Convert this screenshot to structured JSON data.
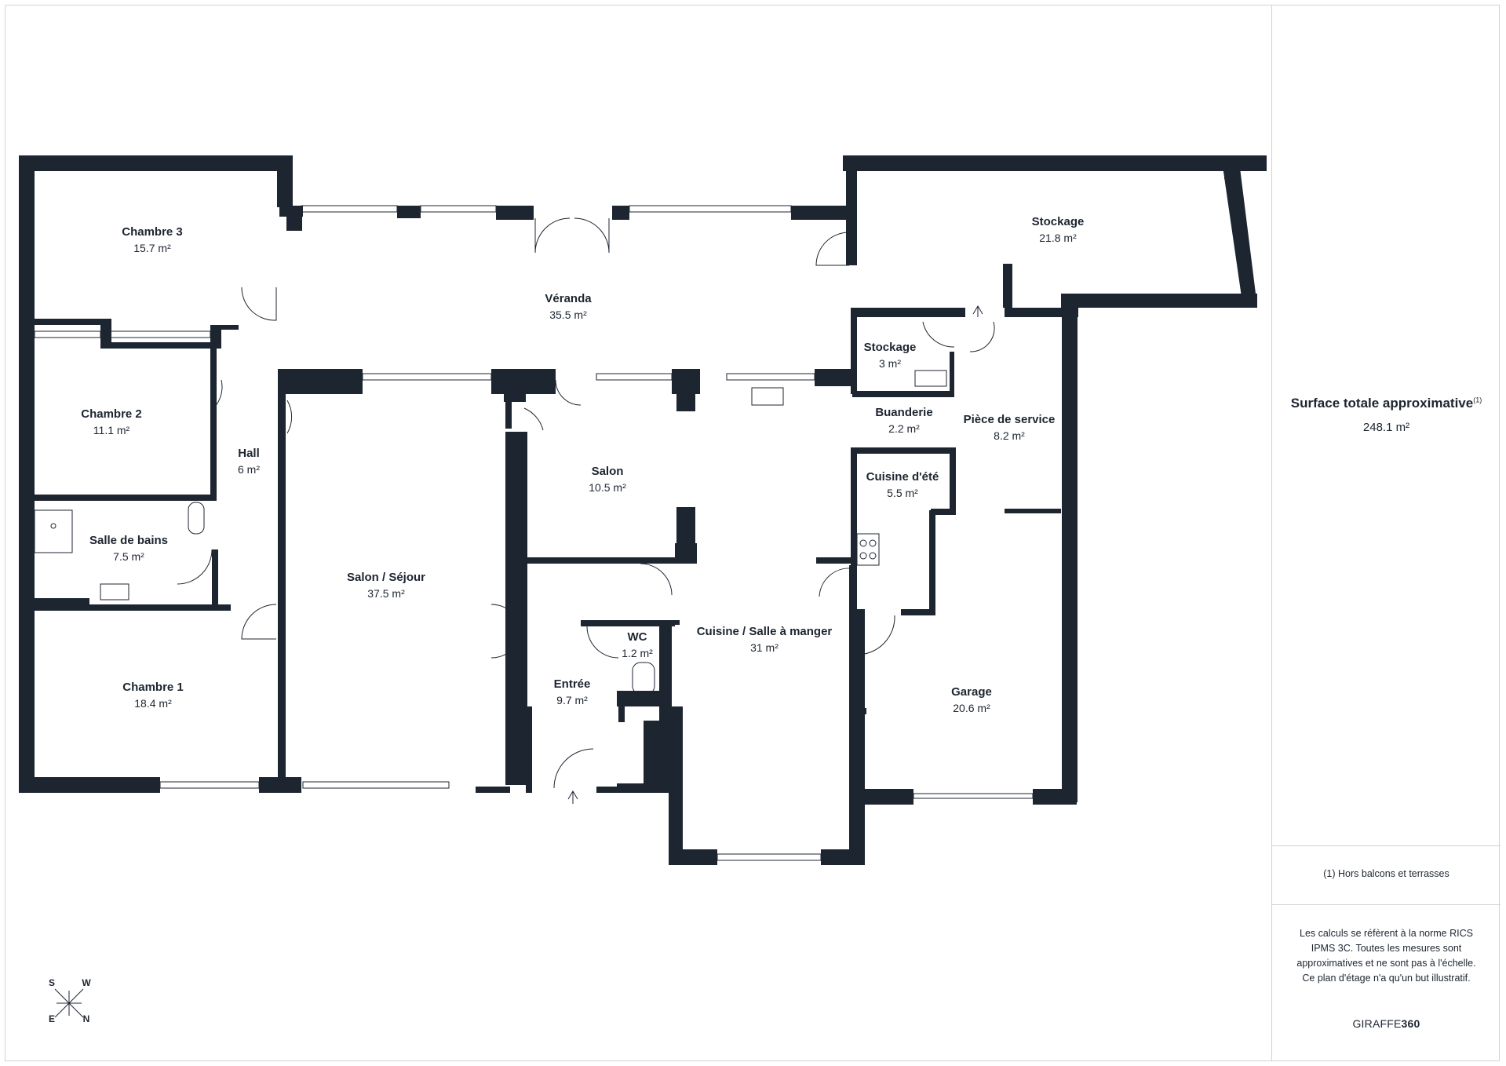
{
  "rooms": [
    {
      "name": "Chambre 3",
      "area": "15.7 m²"
    },
    {
      "name": "Véranda",
      "area": "35.5 m²"
    },
    {
      "name": "Stockage",
      "area": "21.8 m²"
    },
    {
      "name": "Stockage",
      "area": "3 m²"
    },
    {
      "name": "Chambre 2",
      "area": "11.1 m²"
    },
    {
      "name": "Hall",
      "area": "6 m²"
    },
    {
      "name": "Buanderie",
      "area": "2.2 m²"
    },
    {
      "name": "Pièce de service",
      "area": "8.2 m²"
    },
    {
      "name": "Salon",
      "area": "10.5 m²"
    },
    {
      "name": "Cuisine d'été",
      "area": "5.5 m²"
    },
    {
      "name": "Salle de bains",
      "area": "7.5 m²"
    },
    {
      "name": "Salon / Séjour",
      "area": "37.5 m²"
    },
    {
      "name": "WC",
      "area": "1.2 m²"
    },
    {
      "name": "Cuisine / Salle à manger",
      "area": "31 m²"
    },
    {
      "name": "Chambre 1",
      "area": "18.4 m²"
    },
    {
      "name": "Entrée",
      "area": "9.7 m²"
    },
    {
      "name": "Garage",
      "area": "20.6 m²"
    }
  ],
  "summary": {
    "total_label": "Surface totale approximative",
    "total_note_marker": "(1)",
    "total_value": "248.1 m²",
    "footnote": "(1) Hors balcons et terrasses",
    "disclaimer": "Les calculs se réfèrent à la norme RICS IPMS 3C. Toutes les mesures sont approximatives et ne sont pas à l'échelle. Ce plan d'étage n'a qu'un but illustratif.",
    "brand_prefix": "GIRAFFE",
    "brand_suffix": "360"
  },
  "compass": {
    "s": "S",
    "w": "W",
    "e": "E",
    "n": "N"
  },
  "colors": {
    "wall": "#1d2530",
    "line": "#cfd3d8"
  }
}
